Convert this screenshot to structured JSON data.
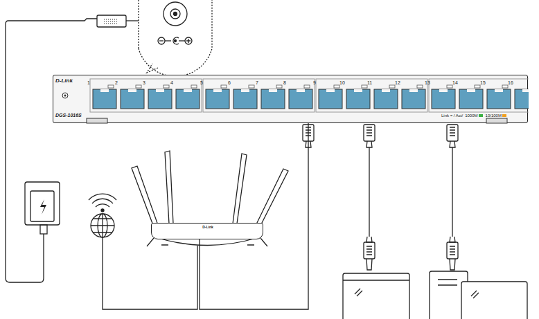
{
  "diagram": {
    "nodes": [
      {
        "text": [
          "D-Link",
          "DGS-1016S"
        ]
      },
      {
        "text": [
          "D-Link"
        ]
      }
    ],
    "edges": [
      {
        "from": 1,
        "to": 0,
        "arrow": "none"
      }
    ],
    "labels": [
      "1",
      "2",
      "3",
      "4",
      "5",
      "6",
      "7",
      "8",
      "9",
      "10",
      "11",
      "12",
      "13",
      "14",
      "15",
      "16",
      "Link = / Act/"
    ],
    "legend": [
      {
        "text": "1000M",
        "color": "#3cb043"
      },
      {
        "text": "10/100M",
        "color": "#f0a020"
      }
    ]
  }
}
